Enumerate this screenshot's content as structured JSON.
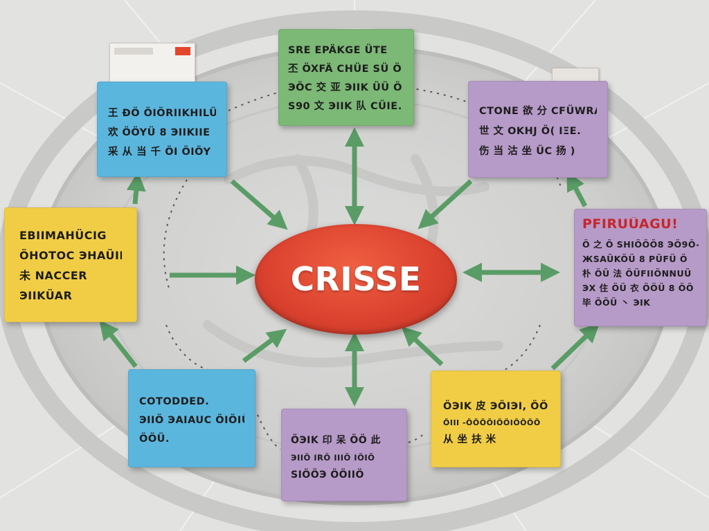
{
  "center": {
    "label": "CRISSE",
    "color": "#dc4330"
  },
  "colors": {
    "green": "#7cb876",
    "blue": "#5bb6dd",
    "purple": "#b69ac7",
    "yellow": "#f1cd46",
    "arrow": "#5a9c66",
    "title_red": "#c7262b"
  },
  "nodes": {
    "top_green": {
      "lines": [
        "SRE EPÄKGE ÜTE",
        "丕 ÖXFÄ CHÜE SÜ Ö",
        "ЭÖC 交 亚 ЭIIK ÜÜ Ö",
        "S90 文 ЭIIK 队 CÜIE."
      ]
    },
    "top_left_blue": {
      "lines": [
        "王 ÐÖ ÖIÖRIIKHILÜE",
        "欢 ÖÖYÜ 8 ЭIIKIIE",
        "采 从 当 千 ÖI ÖIÖY"
      ]
    },
    "top_right_purple": {
      "lines": [
        "CTONE 欲 分 CFÜWRA",
        "世 文 OKHJ Ö( ΙΞΕ.",
        "伤 当 沽 坐 ÜC 扬 )"
      ]
    },
    "left_yellow": {
      "lines": [
        "EBIIMAHÜCIG",
        "ÖHOTOC ЭHAÜIE",
        "未 NACCER",
        "ЭIIKÜAR"
      ]
    },
    "right_purple": {
      "title": "PFIRUÜAGU!",
      "lines": [
        "Ö 之 Ö SHIÖÖÖ8 ЭÖ9Ö-",
        "ЖSAÜKÖÜ 8 PÜFÜ Ö",
        "朴 ÖÜ 法 ÖÜFIIÖNNUÜ",
        "ЭX 住 ÖÜ 衣 ÖÖÜ 8 ÖÖ",
        "毕 ÖÖÜ 丶 ЭIK"
      ]
    },
    "bottom_left_blue": {
      "lines": [
        "COTODDED.",
        "ЭIIÖ ЭAIAUC ÖIÖIÜ",
        "ÖÖÜ."
      ]
    },
    "bottom_purple": {
      "lines": [
        "ÖЭIK 印 呆 ÖÖ 此",
        "ЭIIÖ IRÖ IIIÖ IÖIÖ",
        "SIÖÖЭ ÖÖIIÖ"
      ]
    },
    "bottom_right_yellow": {
      "lines": [
        "ÖЭIK 皮 ЭÖIЭI, ÖÖ",
        "ÖIII -ÖÖÖÖIÖÖIÖÖÖÖ",
        "从 坐 扶 米"
      ]
    }
  }
}
